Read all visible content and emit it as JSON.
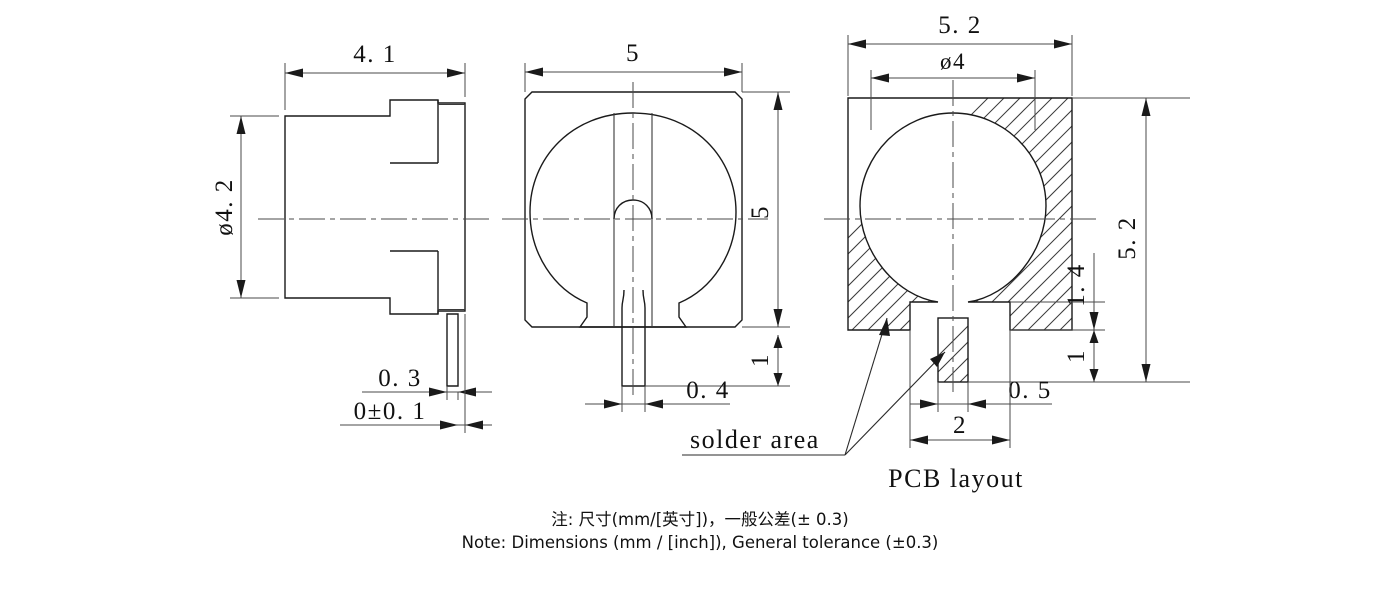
{
  "document": {
    "title": "Buzzer mechanical dimension drawing"
  },
  "views": {
    "side": {
      "name": "side-view",
      "dimensions": {
        "width_label": "4. 1",
        "diameter_label": "ø4. 2",
        "lead_thickness_label": "0. 3",
        "lead_offset_label": "0±0. 1"
      }
    },
    "top": {
      "name": "top-view",
      "dimensions": {
        "width_label": "5",
        "height_label": "5",
        "lead_length_label": "1",
        "lead_width_label": "0. 4"
      }
    },
    "pcb": {
      "name": "pcb-layout-view",
      "title": "PCB  layout",
      "callout": "solder area",
      "dimensions": {
        "outer_width_label": "5. 2",
        "hole_diameter_label": "ø4",
        "outer_height_label": "5. 2",
        "notch_height_label": "1. 4",
        "pad_height_label": "1",
        "pad_offset_label": "0. 5",
        "pad_span_label": "2"
      }
    }
  },
  "note": {
    "line_cn": "注: 尺寸(mm/[英寸])，一般公差(± 0.3)",
    "line_en": "Note: Dimensions (mm / [inch]), General tolerance (±0.3)"
  },
  "colors": {
    "background": "#ffffff",
    "line": "#1a1a1a",
    "dimension_line": "#4a4a4a",
    "text": "#111111"
  }
}
